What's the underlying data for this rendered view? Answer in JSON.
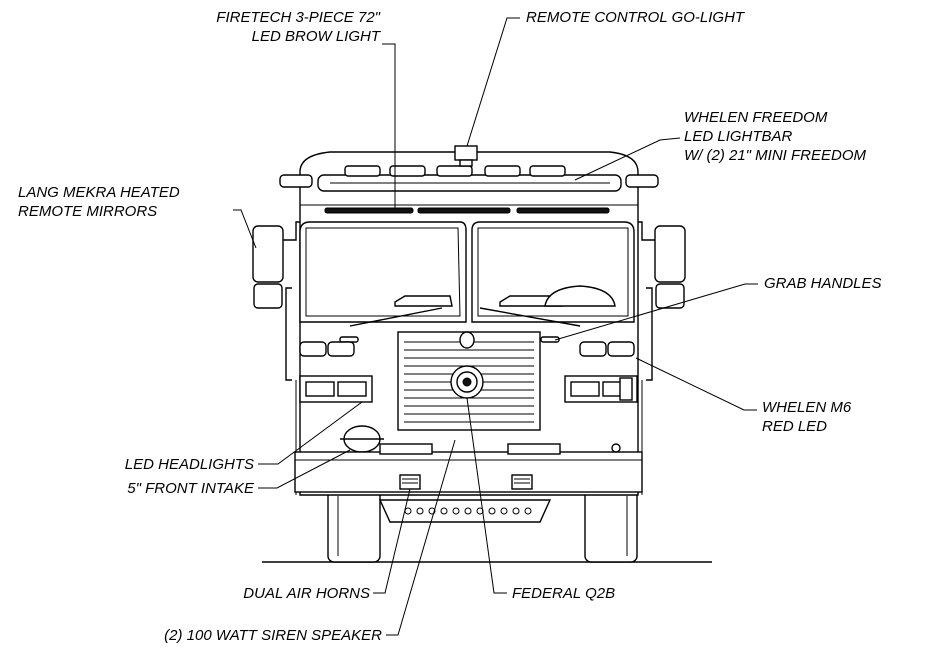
{
  "callouts": {
    "brow_light": [
      "FIRETECH 3-PIECE 72\"",
      "LED BROW LIGHT"
    ],
    "go_light": "REMOTE CONTROL GO-LIGHT",
    "lightbar": [
      "WHELEN FREEDOM",
      "LED LIGHTBAR",
      "W/ (2) 21\" MINI FREEDOM"
    ],
    "mirrors": [
      "LANG MEKRA  HEATED",
      "REMOTE MIRRORS"
    ],
    "grab_handles": "GRAB HANDLES",
    "m6_red": [
      "WHELEN M6",
      "RED LED"
    ],
    "headlights": "LED HEADLIGHTS",
    "front_intake": "5\" FRONT INTAKE",
    "air_horns": "DUAL AIR HORNS",
    "federal": "FEDERAL Q2B",
    "siren_speaker": "(2) 100 WATT SIREN SPEAKER"
  },
  "colors": {
    "line": "#000000",
    "background": "#ffffff"
  }
}
